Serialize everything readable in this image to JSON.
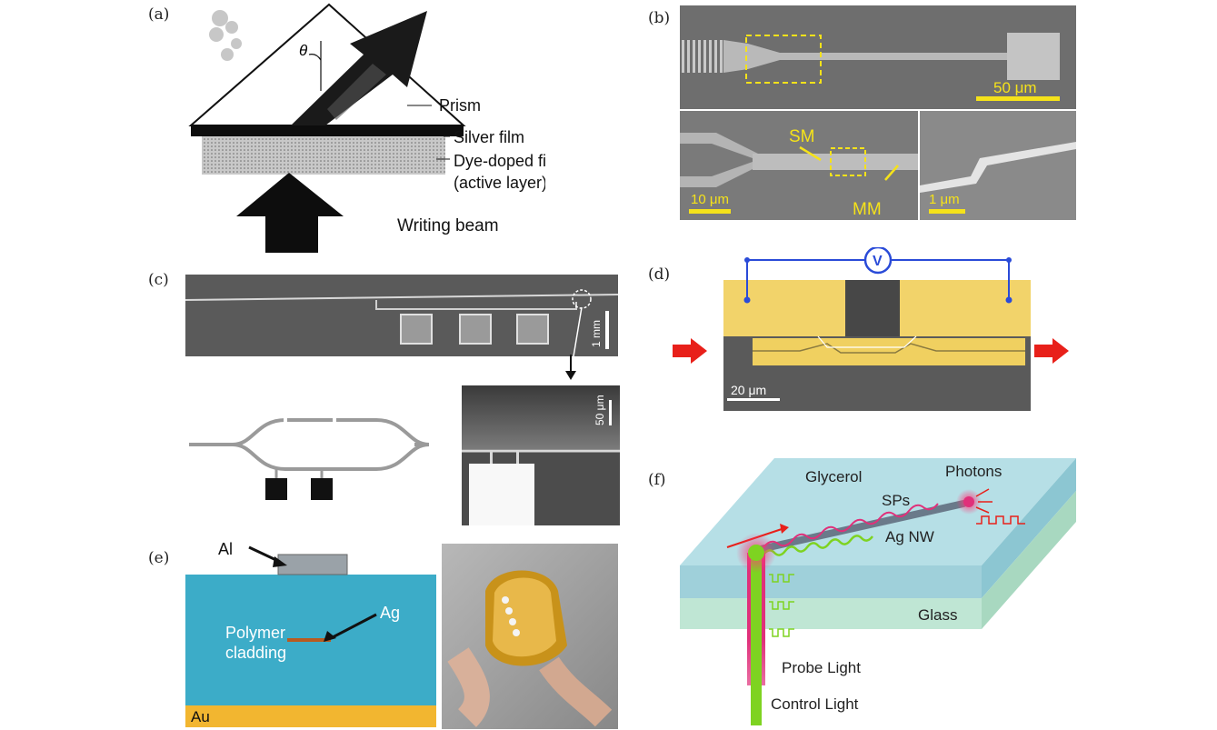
{
  "panels": {
    "a": {
      "letter": "(a)",
      "theta": "θ",
      "prism_label": "Prism",
      "silver_label": "Silver film",
      "dye_label_1": "Dye-doped film",
      "dye_label_2": "(active layer)",
      "writing_label": "Writing beam"
    },
    "b": {
      "letter": "(b)",
      "scale_top": "50 μm",
      "sm": "SM",
      "mm": "MM",
      "scale_bl": "10 μm",
      "scale_br": "1 μm"
    },
    "c": {
      "letter": "(c)",
      "scale_top": "1 mm",
      "scale_br": "50 μm"
    },
    "d": {
      "letter": "(d)",
      "voltmeter": "V",
      "scale": "20 μm"
    },
    "e": {
      "letter": "(e)",
      "al": "Al",
      "ag": "Ag",
      "polymer_1": "Polymer",
      "polymer_2": "cladding",
      "au": "Au"
    },
    "f": {
      "letter": "(f)",
      "glycerol": "Glycerol",
      "photons": "Photons",
      "sps": "SPs",
      "agnw": "Ag NW",
      "glass": "Glass",
      "probe": "Probe Light",
      "control": "Control Light"
    }
  },
  "colors": {
    "scale_yellow": "#f5e21a",
    "gold": "#f0d060",
    "blue_circuit": "#2a4bd8",
    "arrow_red": "#e8201a",
    "cladding_blue": "#3cacc8",
    "au_orange": "#f2b630",
    "glass_green": "#bfe6d4",
    "glycerol_blue": "#a8d8e0",
    "probe_red": "#e0307a",
    "control_green": "#7ed321"
  }
}
